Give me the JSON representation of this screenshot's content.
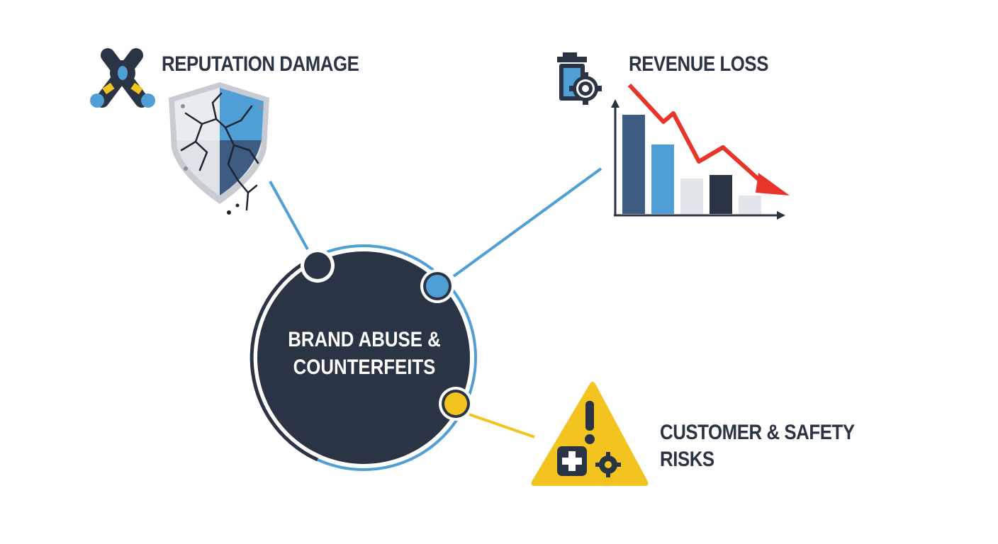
{
  "center": {
    "line1": "BRAND ABUSE &",
    "line2": "COUNTERFEITS"
  },
  "nodes": {
    "reputation": {
      "label": "REPUTATION DAMAGE",
      "icon": "broken-shield-icon"
    },
    "revenue": {
      "label": "REVENUE LOSS",
      "icon": "declining-bar-chart-icon"
    },
    "customer": {
      "line1": "CUSTOMER & SAFETY",
      "line2": "RISKS",
      "icon": "warning-triangle-icon"
    }
  },
  "colors": {
    "navy": "#2b3444",
    "blue": "#4f9fd6",
    "yellow": "#f3c420",
    "red": "#e8342a",
    "steel": "#3e5c82",
    "light_gray": "#e3e6ea"
  }
}
